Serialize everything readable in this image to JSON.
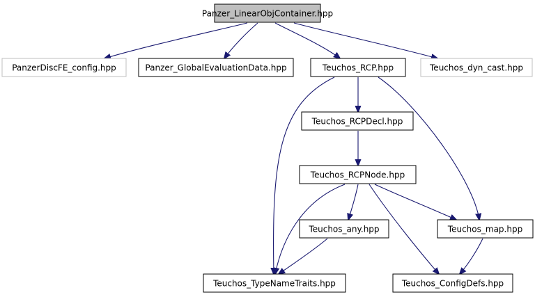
{
  "diagram": {
    "nodes": [
      {
        "id": "root",
        "label": "Panzer_LinearObjContainer.hpp",
        "style": "root"
      },
      {
        "id": "discfe",
        "label": "PanzerDiscFE_config.hpp",
        "style": "external"
      },
      {
        "id": "globaleval",
        "label": "Panzer_GlobalEvaluationData.hpp",
        "style": "normal"
      },
      {
        "id": "rcp",
        "label": "Teuchos_RCP.hpp",
        "style": "normal"
      },
      {
        "id": "dyncast",
        "label": "Teuchos_dyn_cast.hpp",
        "style": "external"
      },
      {
        "id": "rcpdecl",
        "label": "Teuchos_RCPDecl.hpp",
        "style": "normal"
      },
      {
        "id": "rcpnode",
        "label": "Teuchos_RCPNode.hpp",
        "style": "normal"
      },
      {
        "id": "any",
        "label": "Teuchos_any.hpp",
        "style": "normal"
      },
      {
        "id": "map",
        "label": "Teuchos_map.hpp",
        "style": "normal"
      },
      {
        "id": "typename",
        "label": "Teuchos_TypeNameTraits.hpp",
        "style": "normal"
      },
      {
        "id": "configdefs",
        "label": "Teuchos_ConfigDefs.hpp",
        "style": "normal"
      }
    ],
    "edges": [
      {
        "from": "root",
        "to": "discfe"
      },
      {
        "from": "root",
        "to": "globaleval"
      },
      {
        "from": "root",
        "to": "rcp"
      },
      {
        "from": "root",
        "to": "dyncast"
      },
      {
        "from": "rcp",
        "to": "rcpdecl"
      },
      {
        "from": "rcp",
        "to": "typename"
      },
      {
        "from": "rcp",
        "to": "map"
      },
      {
        "from": "rcpdecl",
        "to": "rcpnode"
      },
      {
        "from": "rcpnode",
        "to": "any"
      },
      {
        "from": "rcpnode",
        "to": "map"
      },
      {
        "from": "rcpnode",
        "to": "typename"
      },
      {
        "from": "rcpnode",
        "to": "configdefs"
      },
      {
        "from": "any",
        "to": "typename"
      },
      {
        "from": "map",
        "to": "configdefs"
      }
    ],
    "colors": {
      "edge": "#191970",
      "root_fill": "#bfbfbf",
      "node_border": "#000000",
      "external_border": "#bfbfbf",
      "background": "#ffffff"
    }
  }
}
